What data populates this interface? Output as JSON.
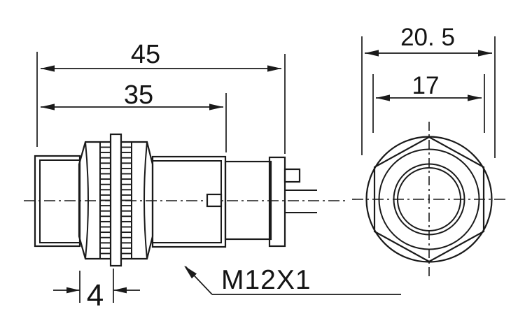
{
  "drawing": {
    "background": "#ffffff",
    "ink": "#1a1a1a",
    "dim_overall_length": "45",
    "dim_body_length": "35",
    "dim_nut_width": "4",
    "dim_across_corners": "20. 5",
    "dim_across_flats": "17",
    "thread_callout": "M12X1"
  }
}
